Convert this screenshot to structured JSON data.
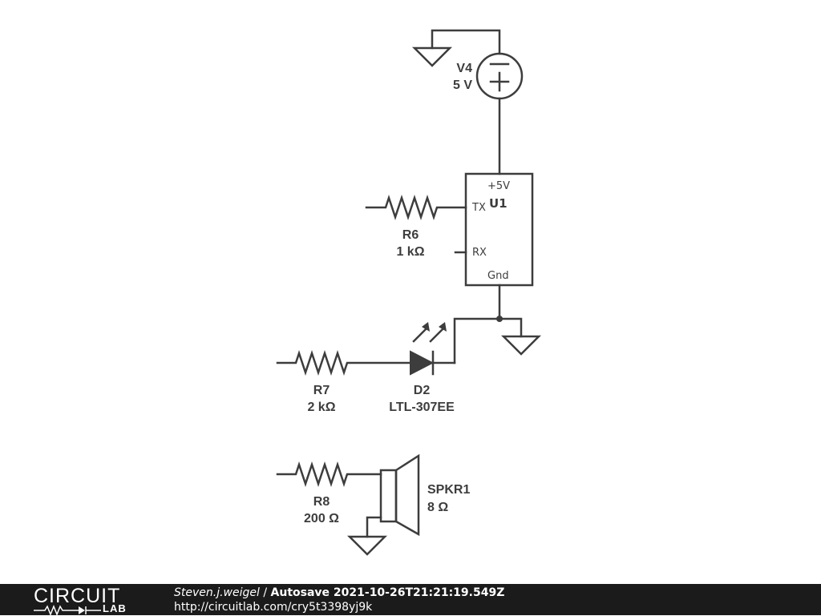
{
  "components": {
    "v4": {
      "ref": "V4",
      "value": "5 V"
    },
    "u1": {
      "ref": "U1",
      "pins": {
        "power": "+5V",
        "tx": "TX",
        "rx": "RX",
        "gnd": "Gnd"
      }
    },
    "r6": {
      "ref": "R6",
      "value": "1 kΩ"
    },
    "r7": {
      "ref": "R7",
      "value": "2 kΩ"
    },
    "d2": {
      "ref": "D2",
      "value": "LTL-307EE"
    },
    "r8": {
      "ref": "R8",
      "value": "200 Ω"
    },
    "spkr1": {
      "ref": "SPKR1",
      "value": "8 Ω"
    }
  },
  "footer": {
    "logo_top": "CIRCUIT",
    "logo_bottom": "LAB",
    "author": "Steven.j.weigel",
    "separator": " / ",
    "title": "Autosave 2021-10-26T21:21:19.549Z",
    "url": "http://circuitlab.com/cry5t3398yj9k"
  },
  "colors": {
    "wire": "#3d3d3d",
    "footer_bg": "#1b1b1b",
    "footer_text": "#ffffff"
  }
}
